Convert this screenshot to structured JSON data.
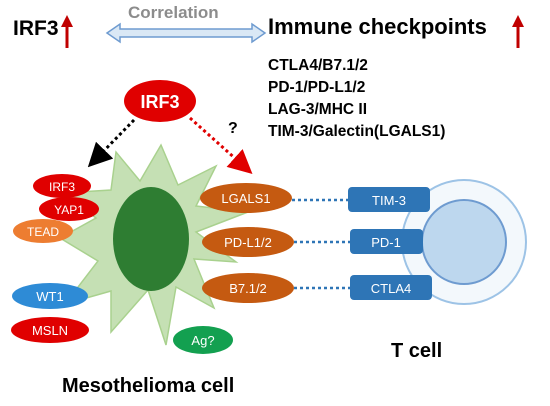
{
  "header": {
    "irf3_label": "IRF3",
    "correlation_label": "Correlation",
    "checkpoints_title": "Immune checkpoints",
    "checkpoints": [
      "CTLA4/B7.1/2",
      "PD-1/PD-L1/2",
      "LAG-3/MHC II",
      "TIM-3/Galectin(LGALS1)"
    ]
  },
  "center": {
    "irf3_label": "IRF3",
    "unknown_link": "?"
  },
  "meso_cell": {
    "label": "Mesothelioma cell",
    "internal": {
      "irf3": "IRF3",
      "yap1": "YAP1",
      "tead": "TEAD"
    },
    "markers": {
      "wt1": "WT1",
      "msln": "MSLN",
      "ag": "Ag?"
    },
    "ligands": [
      "LGALS1",
      "PD-L1/2",
      "B7.1/2"
    ]
  },
  "t_cell": {
    "label": "T cell",
    "receptors": [
      "TIM-3",
      "PD-1",
      "CTLA4"
    ]
  },
  "colors": {
    "up_arrow": "#c00000",
    "irf3_red": "#e00000",
    "tead_orange": "#ed7d31",
    "ligand_orange": "#c55a11",
    "wt1_blue": "#2e8bd6",
    "ag_green": "#13a050",
    "receptor_blue": "#2e75b6",
    "cell_green": "#c5e0b4",
    "nucleus_green": "#2e7d32",
    "tcell_blue": "#bdd7ee"
  }
}
